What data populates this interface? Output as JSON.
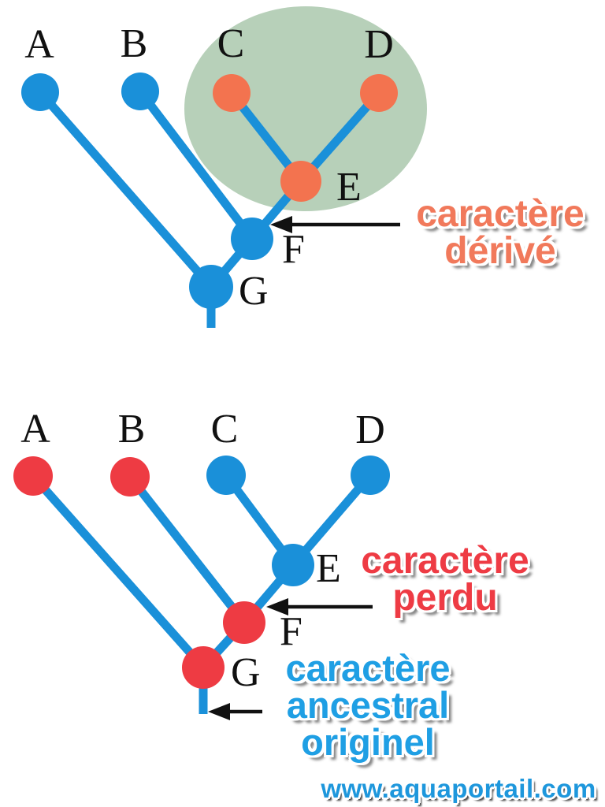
{
  "colors": {
    "branch_blue": "#1a90d9",
    "node_blue": "#1a90d9",
    "node_salmon": "#f3734f",
    "node_red": "#ee3b43",
    "clade_green": "#b7d0b9",
    "text_salmon": "#f1795b",
    "text_red": "#ee3b44",
    "text_blue": "#1f9fe4",
    "watermark_blue": "#1e97dc"
  },
  "top_tree": {
    "leaf_labels": [
      "A",
      "B",
      "C",
      "D"
    ],
    "node_labels": {
      "e": "E",
      "f": "F",
      "g": "G"
    },
    "annotation_derived": {
      "line1": "caractère",
      "line2": "dérivé"
    }
  },
  "bottom_tree": {
    "leaf_labels": [
      "A",
      "B",
      "C",
      "D"
    ],
    "node_labels": {
      "e": "E",
      "f": "F",
      "g": "G"
    },
    "annotation_lost": {
      "line1": "caractère",
      "line2": "perdu"
    },
    "annotation_ancestral": {
      "line1": "caractère",
      "line2": "ancestral",
      "line3": "originel"
    }
  },
  "watermark": {
    "text": "www.aquaportail.com"
  }
}
